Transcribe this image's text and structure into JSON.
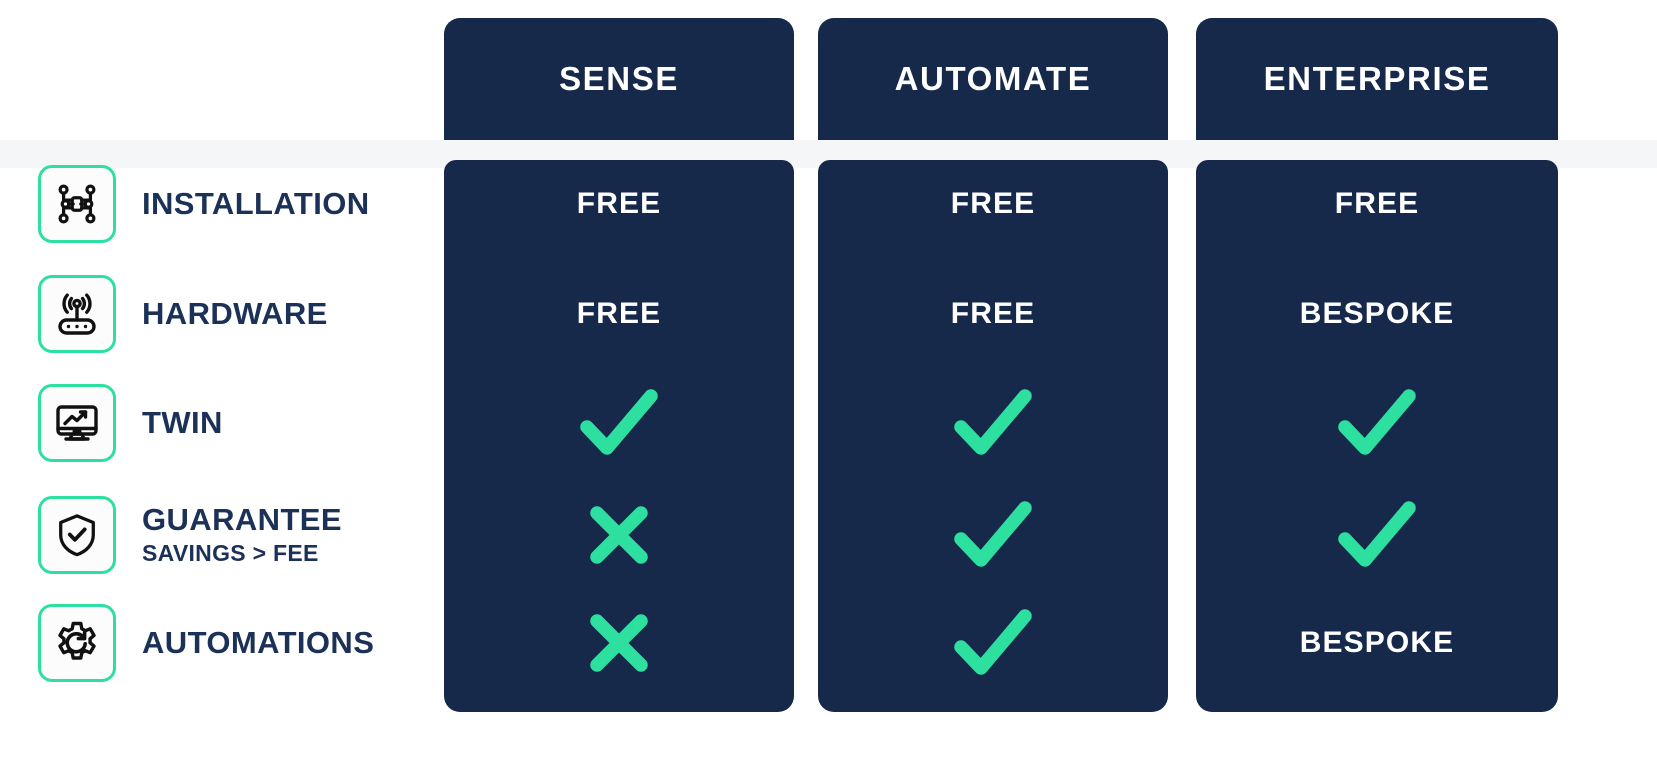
{
  "theme": {
    "navy": "#16294B",
    "mint": "#2EE0A0",
    "label_navy": "#1B3157",
    "band_gray": "#F5F6F7",
    "white": "#FFFFFF"
  },
  "plans": [
    {
      "name": "SENSE"
    },
    {
      "name": "AUTOMATE"
    },
    {
      "name": "ENTERPRISE"
    }
  ],
  "features": [
    {
      "title": "INSTALLATION",
      "subtitle": "",
      "icon": "network-nodes-icon",
      "values": [
        {
          "type": "text",
          "text": "FREE"
        },
        {
          "type": "text",
          "text": "FREE"
        },
        {
          "type": "text",
          "text": "FREE"
        }
      ]
    },
    {
      "title": "HARDWARE",
      "subtitle": "",
      "icon": "router-wifi-icon",
      "values": [
        {
          "type": "text",
          "text": "FREE"
        },
        {
          "type": "text",
          "text": "FREE"
        },
        {
          "type": "text",
          "text": "BESPOKE"
        }
      ]
    },
    {
      "title": "TWIN",
      "subtitle": "",
      "icon": "monitor-chart-icon",
      "values": [
        {
          "type": "check",
          "text": ""
        },
        {
          "type": "check",
          "text": ""
        },
        {
          "type": "check",
          "text": ""
        }
      ]
    },
    {
      "title": "GUARANTEE",
      "subtitle": "SAVINGS > FEE",
      "icon": "shield-check-icon",
      "values": [
        {
          "type": "cross",
          "text": ""
        },
        {
          "type": "check",
          "text": ""
        },
        {
          "type": "check",
          "text": ""
        }
      ]
    },
    {
      "title": "AUTOMATIONS",
      "subtitle": "",
      "icon": "gear-refresh-icon",
      "values": [
        {
          "type": "cross",
          "text": ""
        },
        {
          "type": "check",
          "text": ""
        },
        {
          "type": "text",
          "text": "BESPOKE"
        }
      ]
    }
  ]
}
